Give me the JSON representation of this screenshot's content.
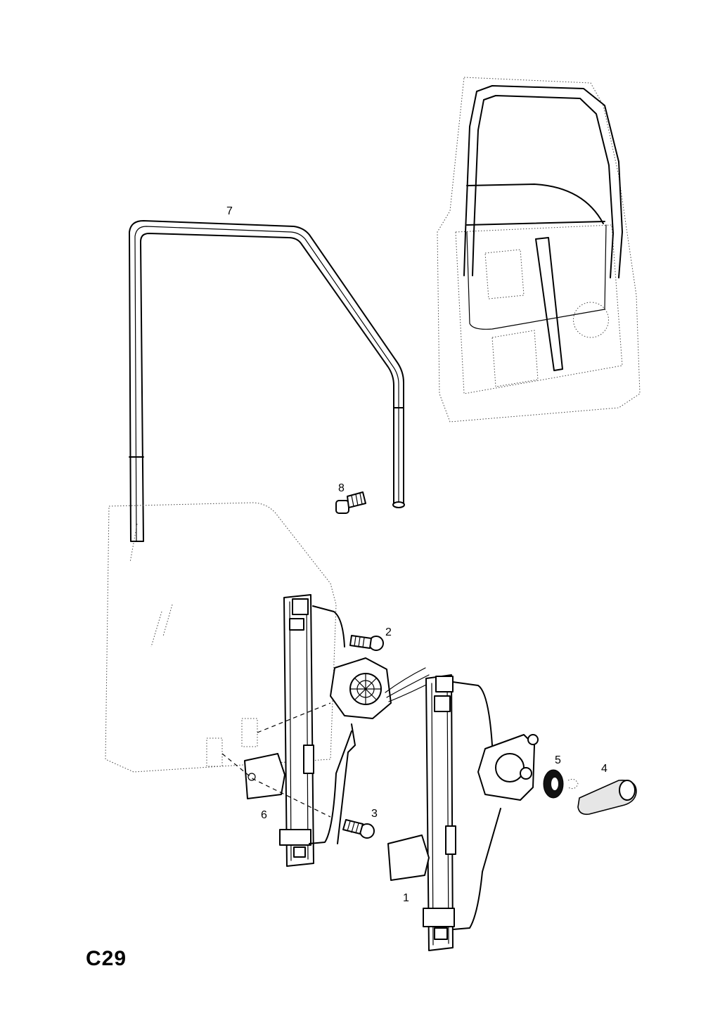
{
  "diagram": {
    "page_code": "C29",
    "callouts": [
      {
        "id": "1",
        "label": "1"
      },
      {
        "id": "2",
        "label": "2"
      },
      {
        "id": "3",
        "label": "3"
      },
      {
        "id": "4",
        "label": "4"
      },
      {
        "id": "5",
        "label": "5"
      },
      {
        "id": "6",
        "label": "6"
      },
      {
        "id": "7",
        "label": "7"
      },
      {
        "id": "8",
        "label": "8"
      }
    ]
  }
}
